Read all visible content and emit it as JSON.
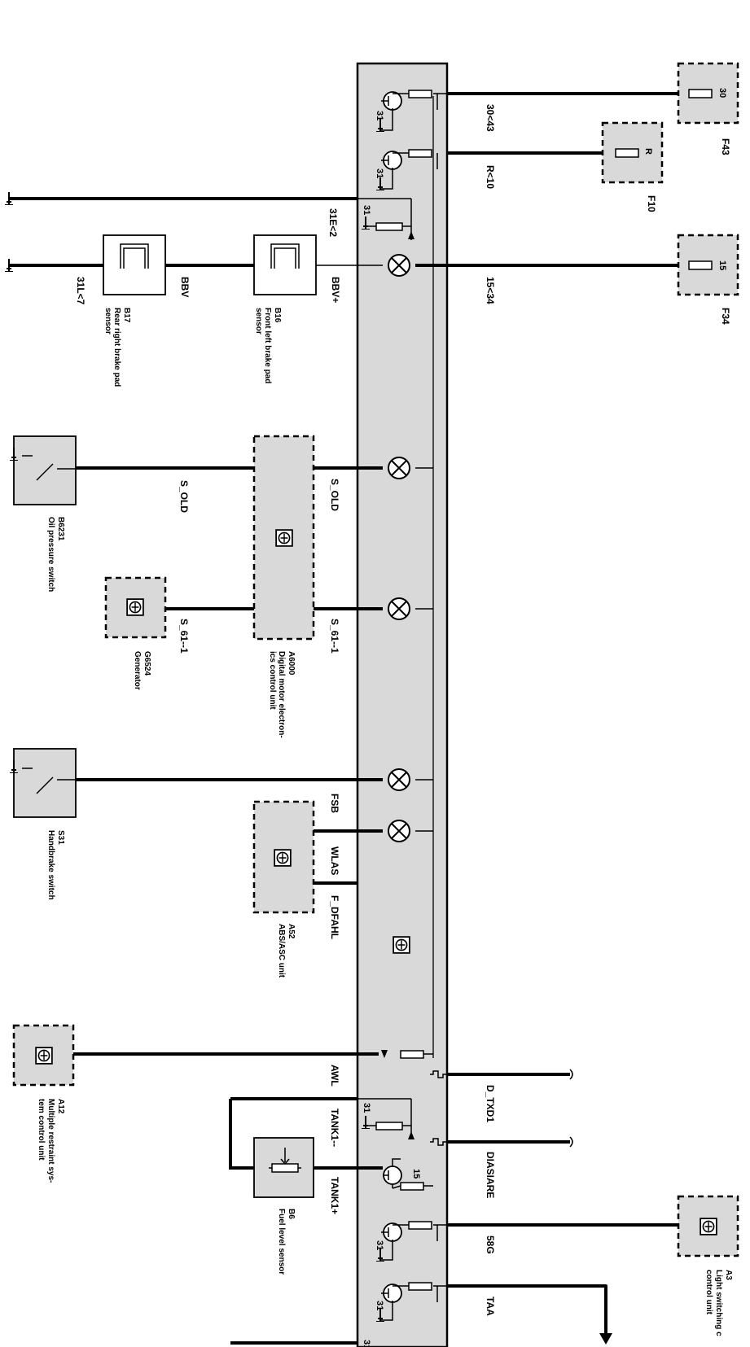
{
  "signals": {
    "s30_43": "30<43",
    "r_10": "R<10",
    "s31e_2": "31E<2",
    "s15_34": "15<34",
    "s31l_7": "31L<7",
    "bbv": "BBV",
    "bbv_plus": "BBV+",
    "s_old_inner": "S_OLD",
    "s_old_outer": "S_OLD",
    "s_61_inner": "S_61--1",
    "s_61_outer": "S_61--1",
    "fsb": "FSB",
    "wlas": "WLAS",
    "f_dfahl": "F_DFAHL",
    "awl": "AWL",
    "d_txd1": "D_TXD1",
    "diasiare": "DIASIARE",
    "tank1_minus": "TANK1--",
    "tank1_plus": "TANK1+",
    "s58g": "58G",
    "taa": "TAA"
  },
  "pins": {
    "p30": "30",
    "p31": "31",
    "p15": "15",
    "pR": "R"
  },
  "fuses": {
    "f43": {
      "id": "F43",
      "pin": "30"
    },
    "f10": {
      "id": "F10",
      "pin": "R"
    },
    "f34": {
      "id": "F34",
      "pin": "15"
    }
  },
  "components": {
    "b17": {
      "id": "B17",
      "desc1": "Rear right brake pad",
      "desc2": "sensor"
    },
    "b16": {
      "id": "B16",
      "desc1": "Front left brake pad",
      "desc2": "sensor"
    },
    "b6231": {
      "id": "B6231",
      "desc1": "Oil pressure switch"
    },
    "g6524": {
      "id": "G6524",
      "desc1": "Generator"
    },
    "a6000": {
      "id": "A6000",
      "desc1": "Digital motor electron-",
      "desc2": "ics control unit"
    },
    "s31": {
      "id": "S31",
      "desc1": "Handbrake switch"
    },
    "a52": {
      "id": "A52",
      "desc1": "ABS/ASC unit"
    },
    "a12": {
      "id": "A12",
      "desc1": "Multiple restraint sys-",
      "desc2": "tem control unit"
    },
    "b6": {
      "id": "B6",
      "desc1": "Fuel level sensor"
    },
    "a3": {
      "id": "A3",
      "desc1": "Light switching c",
      "desc2": "control unit"
    }
  }
}
